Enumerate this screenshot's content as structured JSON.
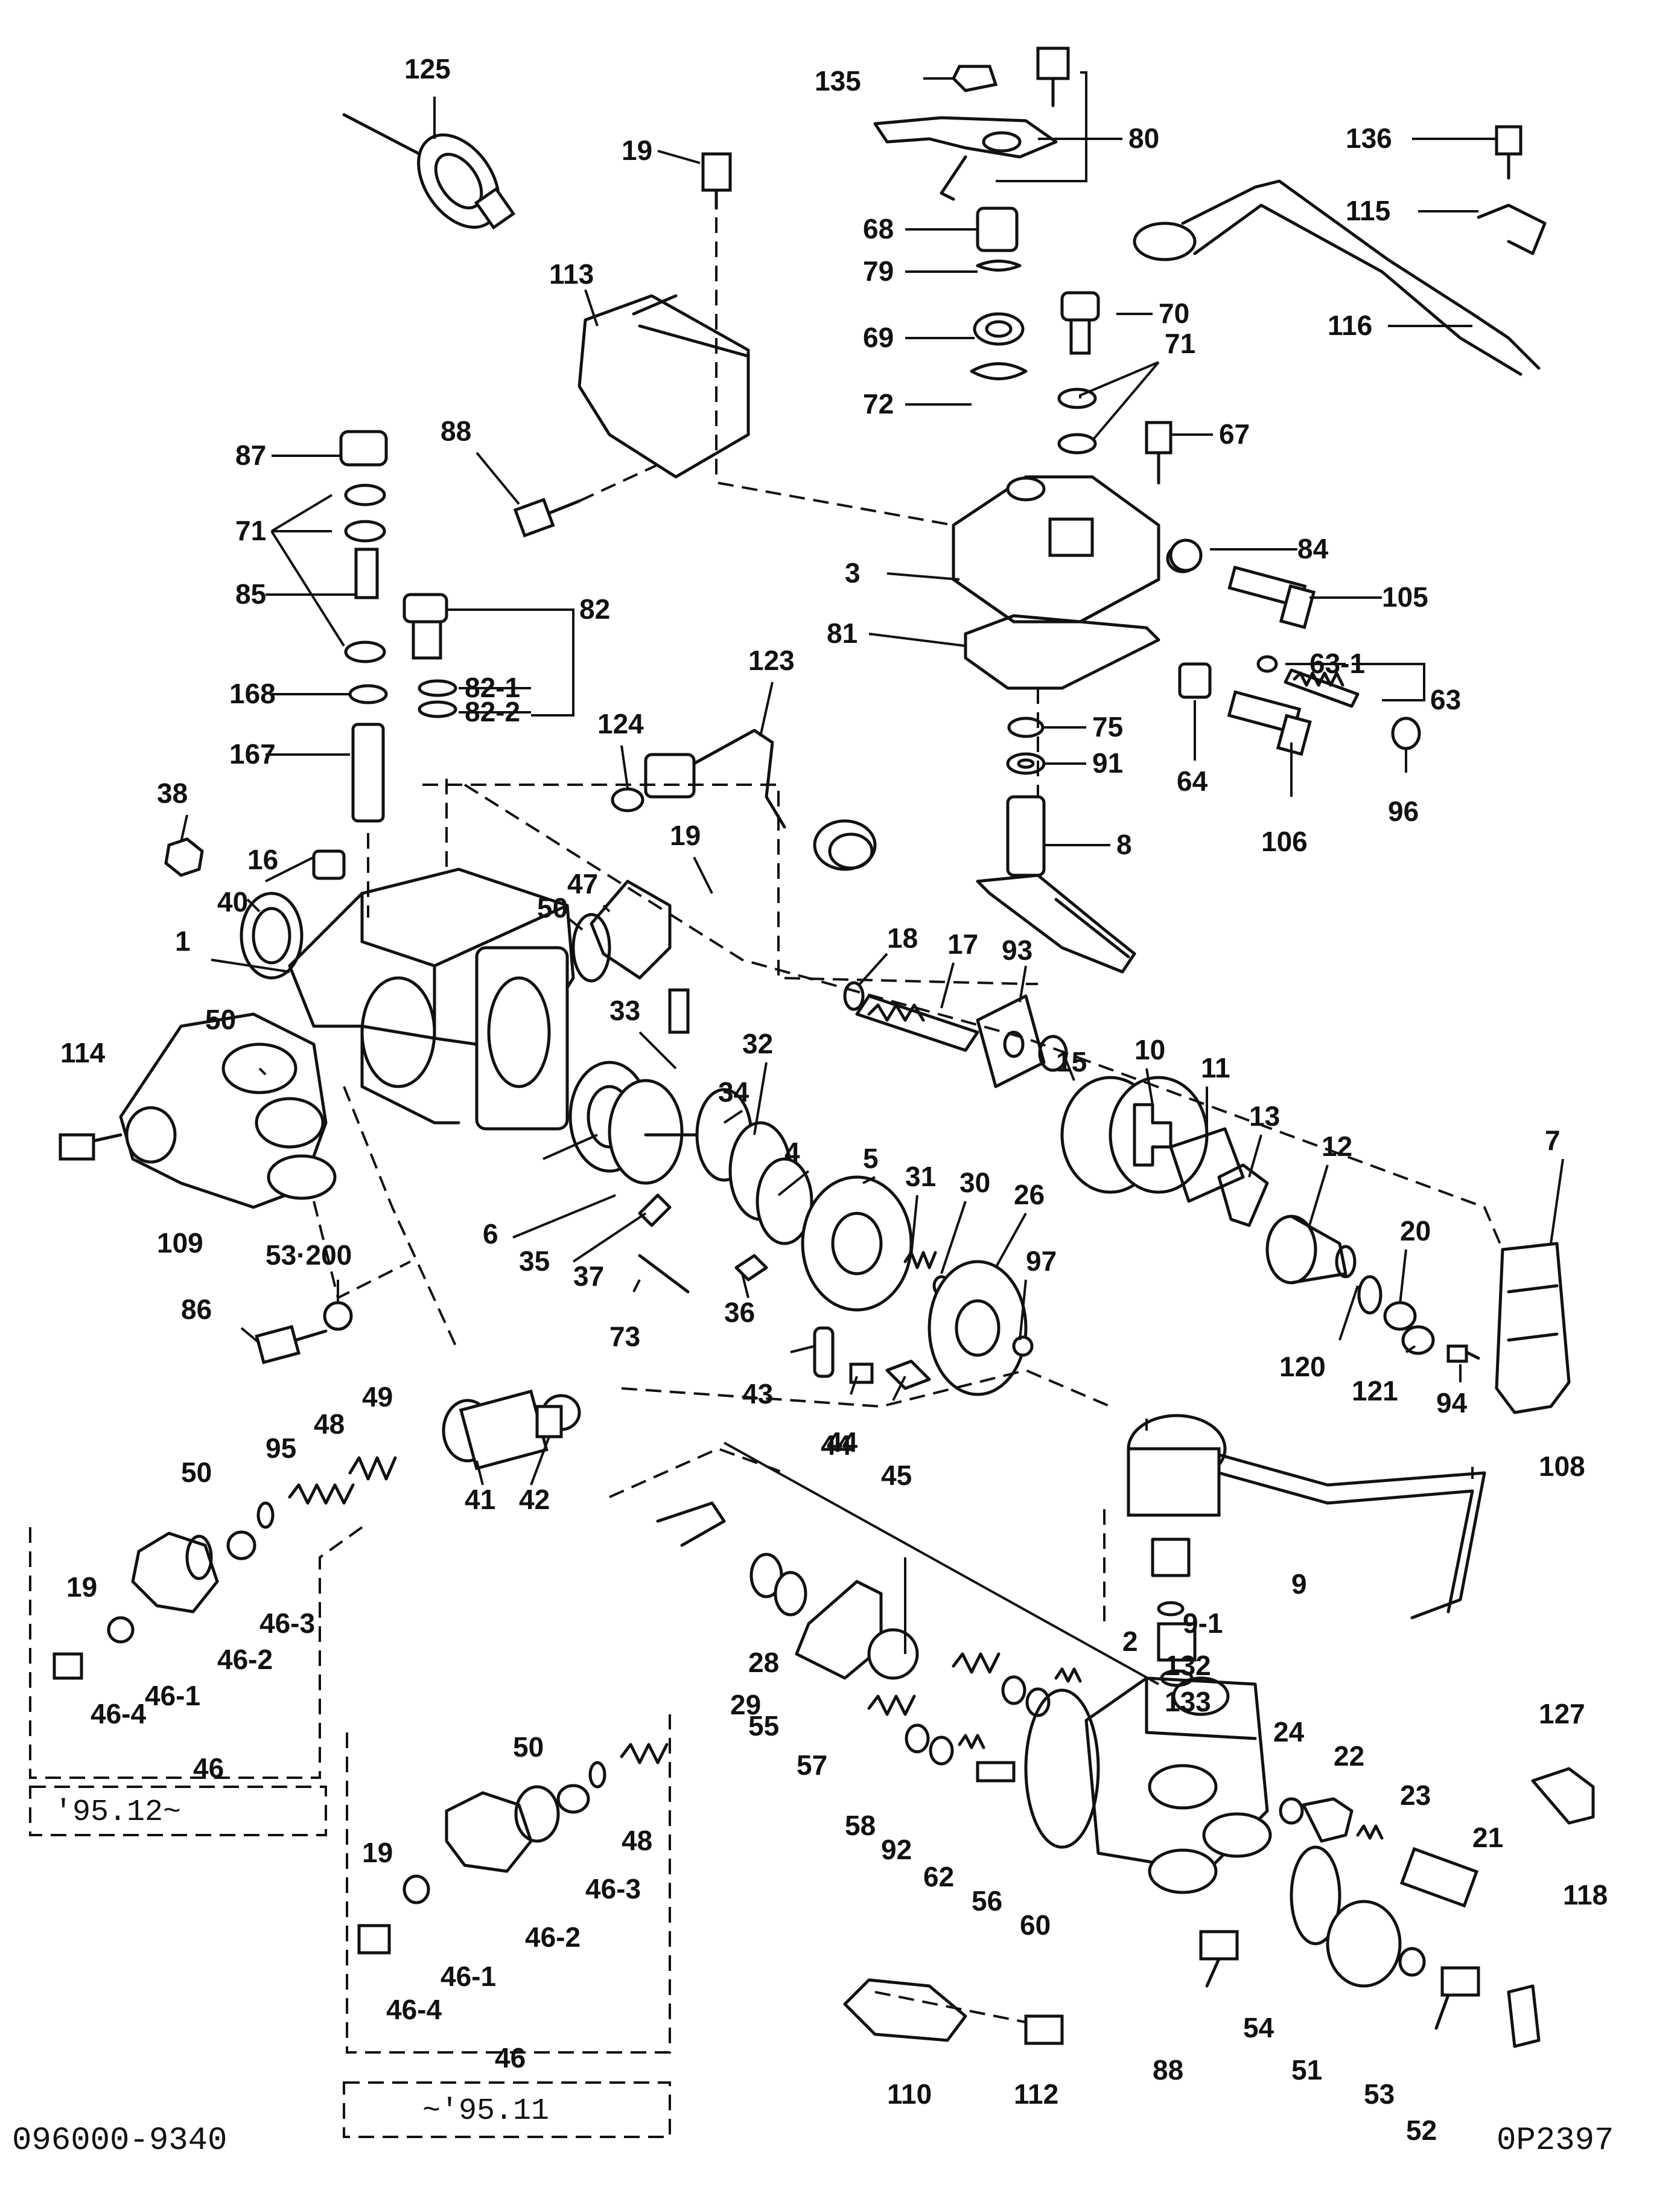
{
  "drawing_number": "096000-9340",
  "sheet_code": "0P2397",
  "variant_notes": {
    "later": "'95.12~",
    "earlier": "~'95.11"
  },
  "part_labels": [
    "125",
    "135",
    "80",
    "19",
    "136",
    "115",
    "68",
    "79",
    "113",
    "70",
    "69",
    "71",
    "72",
    "116",
    "87",
    "88",
    "67",
    "71",
    "84",
    "3",
    "105",
    "85",
    "82",
    "81",
    "123",
    "63-1",
    "168",
    "82-1",
    "82-2",
    "63",
    "124",
    "75",
    "167",
    "91",
    "64",
    "106",
    "96",
    "38",
    "16",
    "19",
    "40",
    "47",
    "8",
    "50",
    "1",
    "18",
    "17",
    "93",
    "33",
    "15",
    "10",
    "34",
    "32",
    "11",
    "13",
    "50",
    "114",
    "4",
    "5",
    "31",
    "30",
    "12",
    "7",
    "6",
    "26",
    "20",
    "109",
    "35",
    "37",
    "97",
    "53·200",
    "36",
    "73",
    "86",
    "120",
    "121",
    "49",
    "43",
    "44",
    "94",
    "48",
    "95",
    "41",
    "42",
    "45",
    "50",
    "108",
    "44",
    "19",
    "9",
    "46-3",
    "9-1",
    "28",
    "46-2",
    "2",
    "132",
    "46-1",
    "29",
    "133",
    "46-4",
    "55",
    "127",
    "57",
    "46",
    "24",
    "22",
    "58",
    "23",
    "92",
    "21",
    "50",
    "62",
    "19",
    "56",
    "60",
    "46-3",
    "48",
    "118",
    "46-2",
    "46-1",
    "88",
    "54",
    "51",
    "46-4",
    "110",
    "112",
    "53",
    "52",
    "46"
  ]
}
